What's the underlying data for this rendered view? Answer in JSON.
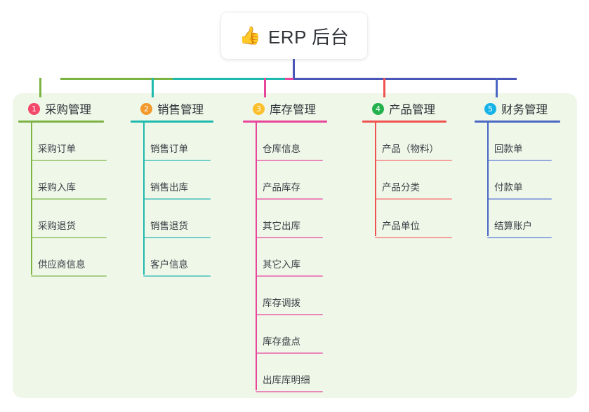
{
  "root": {
    "icon": "thumbs-up-icon",
    "icon_glyph": "👍",
    "title": "ERP 后台"
  },
  "colors": {
    "panel_background": "#eff7e9",
    "page_background": "#ffffff",
    "stem": "#4a55b8",
    "branch_green": "#7cb342",
    "branch_teal": "#1fbaad",
    "branch_pink": "#e8469a",
    "branch_red": "#f0534f",
    "branch_blue": "#4a67c4",
    "title_text": "#32363b",
    "item_text": "#3a3f45"
  },
  "columns": [
    {
      "index": "1",
      "title": "采购管理",
      "badge_color": "#f4486a",
      "line_color": "#7cb342",
      "item_line_color": "#a9cf86",
      "items": [
        "采购订单",
        "采购入库",
        "采购退货",
        "供应商信息"
      ]
    },
    {
      "index": "2",
      "title": "销售管理",
      "badge_color": "#f29a2e",
      "line_color": "#1fbaad",
      "item_line_color": "#72cfc8",
      "items": [
        "销售订单",
        "销售出库",
        "销售退货",
        "客户信息"
      ]
    },
    {
      "index": "3",
      "title": "库存管理",
      "badge_color": "#fcc02e",
      "line_color": "#e8469a",
      "item_line_color": "#eb86bb",
      "items": [
        "仓库信息",
        "产品库存",
        "其它出库",
        "其它入库",
        "库存调拨",
        "库存盘点",
        "出库库明细"
      ]
    },
    {
      "index": "4",
      "title": "产品管理",
      "badge_color": "#23b14d",
      "line_color": "#f0534f",
      "item_line_color": "#f5a09d",
      "items": [
        "产品（物料）",
        "产品分类",
        "产品单位"
      ]
    },
    {
      "index": "5",
      "title": "财务管理",
      "badge_color": "#16b3e8",
      "line_color": "#4a67c4",
      "item_line_color": "#93a8de",
      "items": [
        "回款单",
        "付款单",
        "结算账户"
      ]
    }
  ]
}
